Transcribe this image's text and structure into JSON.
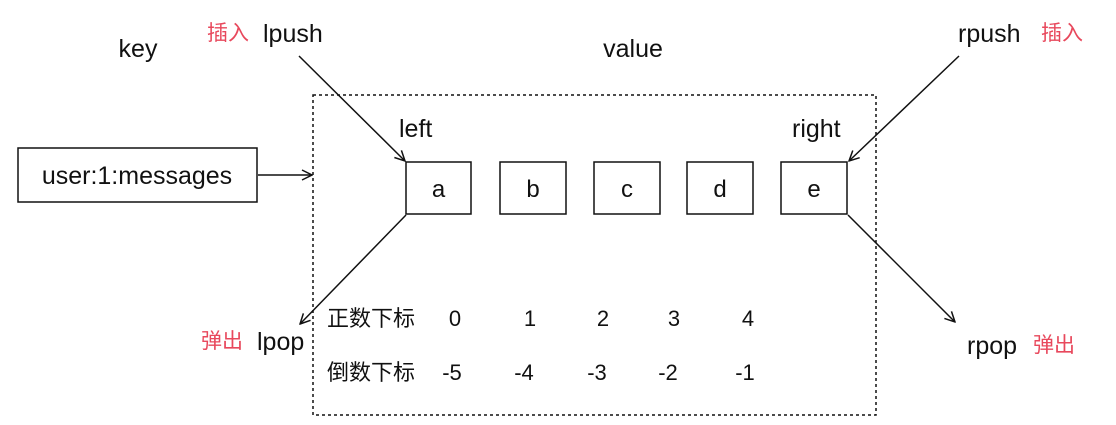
{
  "key_label": "key",
  "value_label": "value",
  "key_box": "user:1:messages",
  "left_label": "left",
  "right_label": "right",
  "elements": [
    "a",
    "b",
    "c",
    "d",
    "e"
  ],
  "lpush": {
    "cmd": "lpush",
    "action": "插入"
  },
  "rpush": {
    "cmd": "rpush",
    "action": "插入"
  },
  "lpop": {
    "cmd": "lpop",
    "action": "弹出"
  },
  "rpop": {
    "cmd": "rpop",
    "action": "弹出"
  },
  "positive_index": {
    "label": "正数下标",
    "values": [
      "0",
      "1",
      "2",
      "3",
      "4"
    ]
  },
  "negative_index": {
    "label": "倒数下标",
    "values": [
      "-5",
      "-4",
      "-3",
      "-2",
      "-1"
    ]
  },
  "colors": {
    "accent": "#e8485c",
    "line": "#111111"
  }
}
